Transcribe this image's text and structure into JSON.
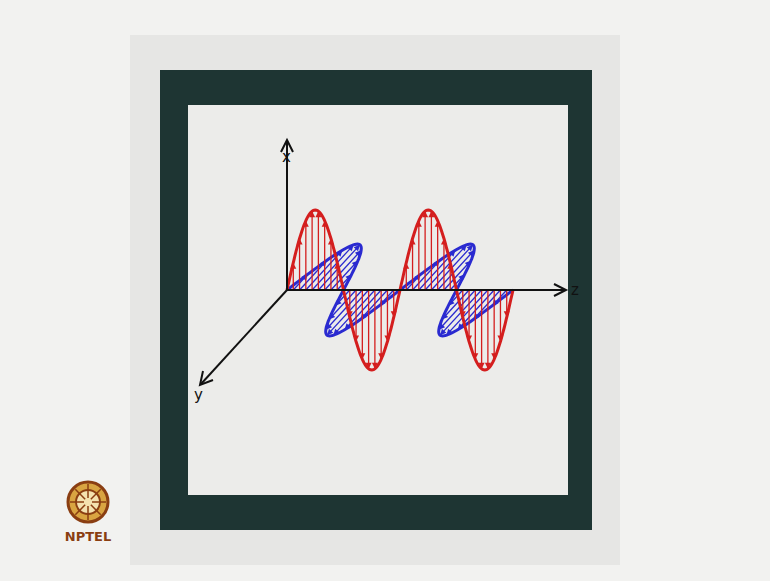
{
  "diagram": {
    "labels": [
      "x",
      "z",
      "y",
      "NPTEL"
    ]
  }
}
